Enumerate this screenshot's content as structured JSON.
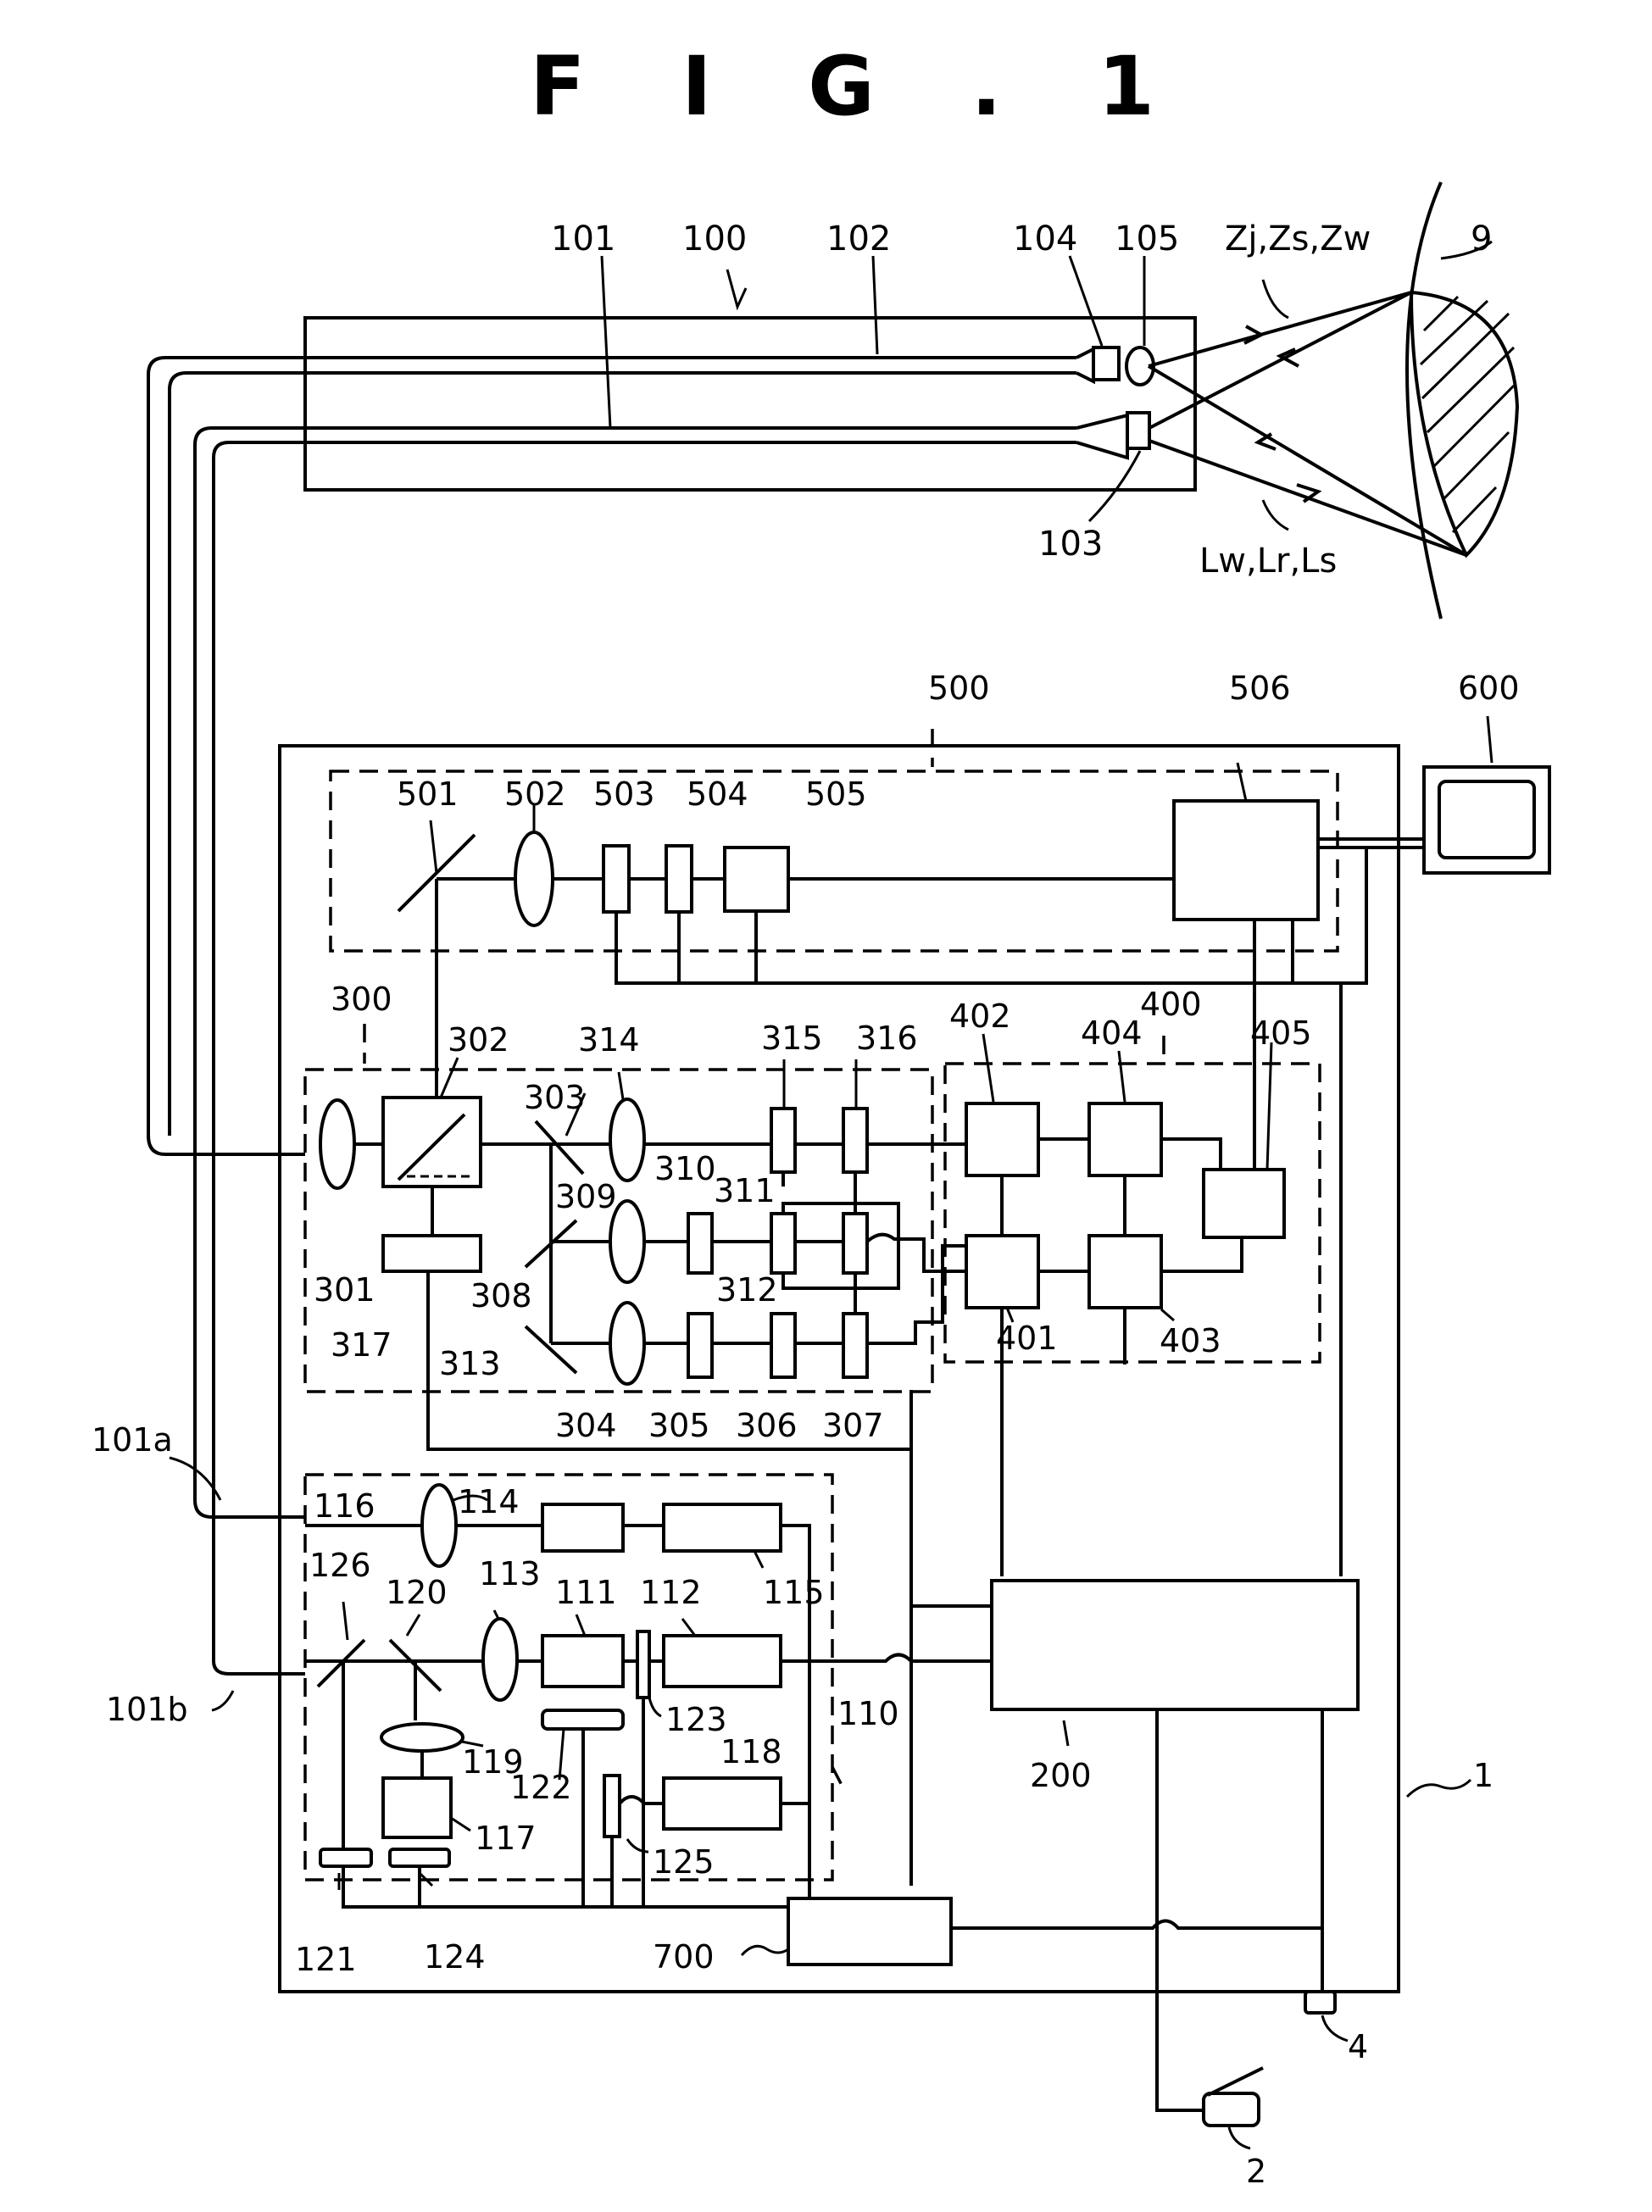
{
  "figure": {
    "title": "F I G . 1"
  },
  "labels": {
    "l1": "1",
    "l2": "2",
    "l4": "4",
    "l9": "9",
    "l100": "100",
    "l101": "101",
    "l101a": "101a",
    "l101b": "101b",
    "l102": "102",
    "l103": "103",
    "l104": "104",
    "l105": "105",
    "l110": "110",
    "l111": "111",
    "l112": "112",
    "l113": "113",
    "l114": "114",
    "l115": "115",
    "l116": "116",
    "l117": "117",
    "l118": "118",
    "l119": "119",
    "l120": "120",
    "l121": "121",
    "l122": "122",
    "l123": "123",
    "l124": "124",
    "l125": "125",
    "l126": "126",
    "l200": "200",
    "l300": "300",
    "l301": "301",
    "l302": "302",
    "l303": "303",
    "l304": "304",
    "l305": "305",
    "l306": "306",
    "l307": "307",
    "l308": "308",
    "l309": "309",
    "l310": "310",
    "l311": "311",
    "l312": "312",
    "l313": "313",
    "l314": "314",
    "l315": "315",
    "l316": "316",
    "l317": "317",
    "l400": "400",
    "l401": "401",
    "l402": "402",
    "l403": "403",
    "l404": "404",
    "l405": "405",
    "l500": "500",
    "l501": "501",
    "l502": "502",
    "l503": "503",
    "l504": "504",
    "l505": "505",
    "l506": "506",
    "l600": "600",
    "l700": "700",
    "zlight": "Zj,Zs,Zw",
    "llight": "Lw,Lr,Ls"
  }
}
